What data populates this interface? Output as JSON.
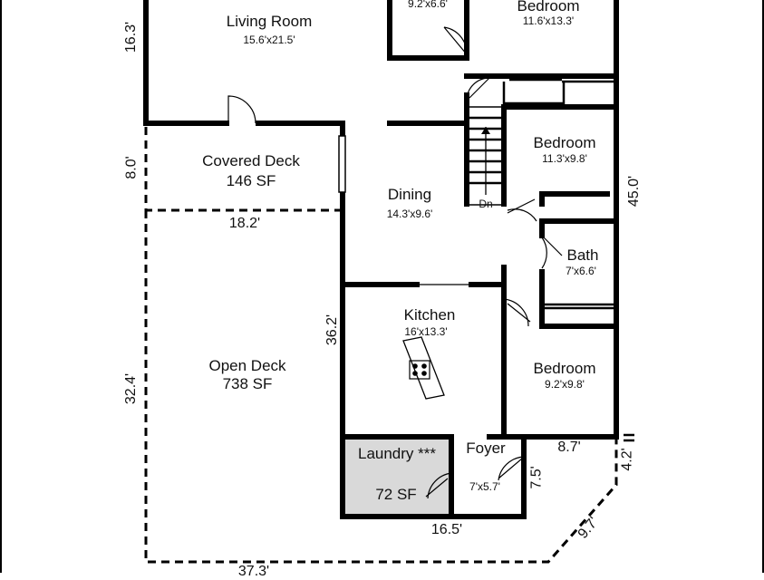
{
  "rooms": {
    "living_room": {
      "name": "Living Room",
      "size": "15.6'x21.5'"
    },
    "small_room": {
      "size": "9.2'x6.6'"
    },
    "bedroom_top": {
      "name": "Bedroom",
      "size": "11.6'x13.3'"
    },
    "bedroom_mid": {
      "name": "Bedroom",
      "size": "11.3'x9.8'"
    },
    "covered_deck": {
      "name": "Covered Deck",
      "area": "146 SF"
    },
    "dining": {
      "name": "Dining",
      "size": "14.3'x9.6'"
    },
    "bath": {
      "name": "Bath",
      "size": "7'x6.6'"
    },
    "kitchen": {
      "name": "Kitchen",
      "size": "16'x13.3'"
    },
    "open_deck": {
      "name": "Open Deck",
      "area": "738 SF"
    },
    "bedroom_low": {
      "name": "Bedroom",
      "size": "9.2'x9.8'"
    },
    "laundry": {
      "name": "Laundry ***",
      "area": "72 SF"
    },
    "foyer": {
      "name": "Foyer",
      "size": "7'x5.7'"
    }
  },
  "stairs": {
    "label": "Dn"
  },
  "dimensions": {
    "d_16_3": "16.3'",
    "d_8_0": "8.0'",
    "d_18_2": "18.2'",
    "d_45_0": "45.0'",
    "d_36_2": "36.2'",
    "d_32_4": "32.4'",
    "d_8_7": "8.7'",
    "d_4_2": "4.2'",
    "d_7_5": "7.5'",
    "d_16_5": "16.5'",
    "d_9_7": "9.7'",
    "d_37_3": "37.3'"
  },
  "colors": {
    "wall": "#000000",
    "laundry_fill": "#d9d9d9",
    "background": "#ffffff"
  }
}
